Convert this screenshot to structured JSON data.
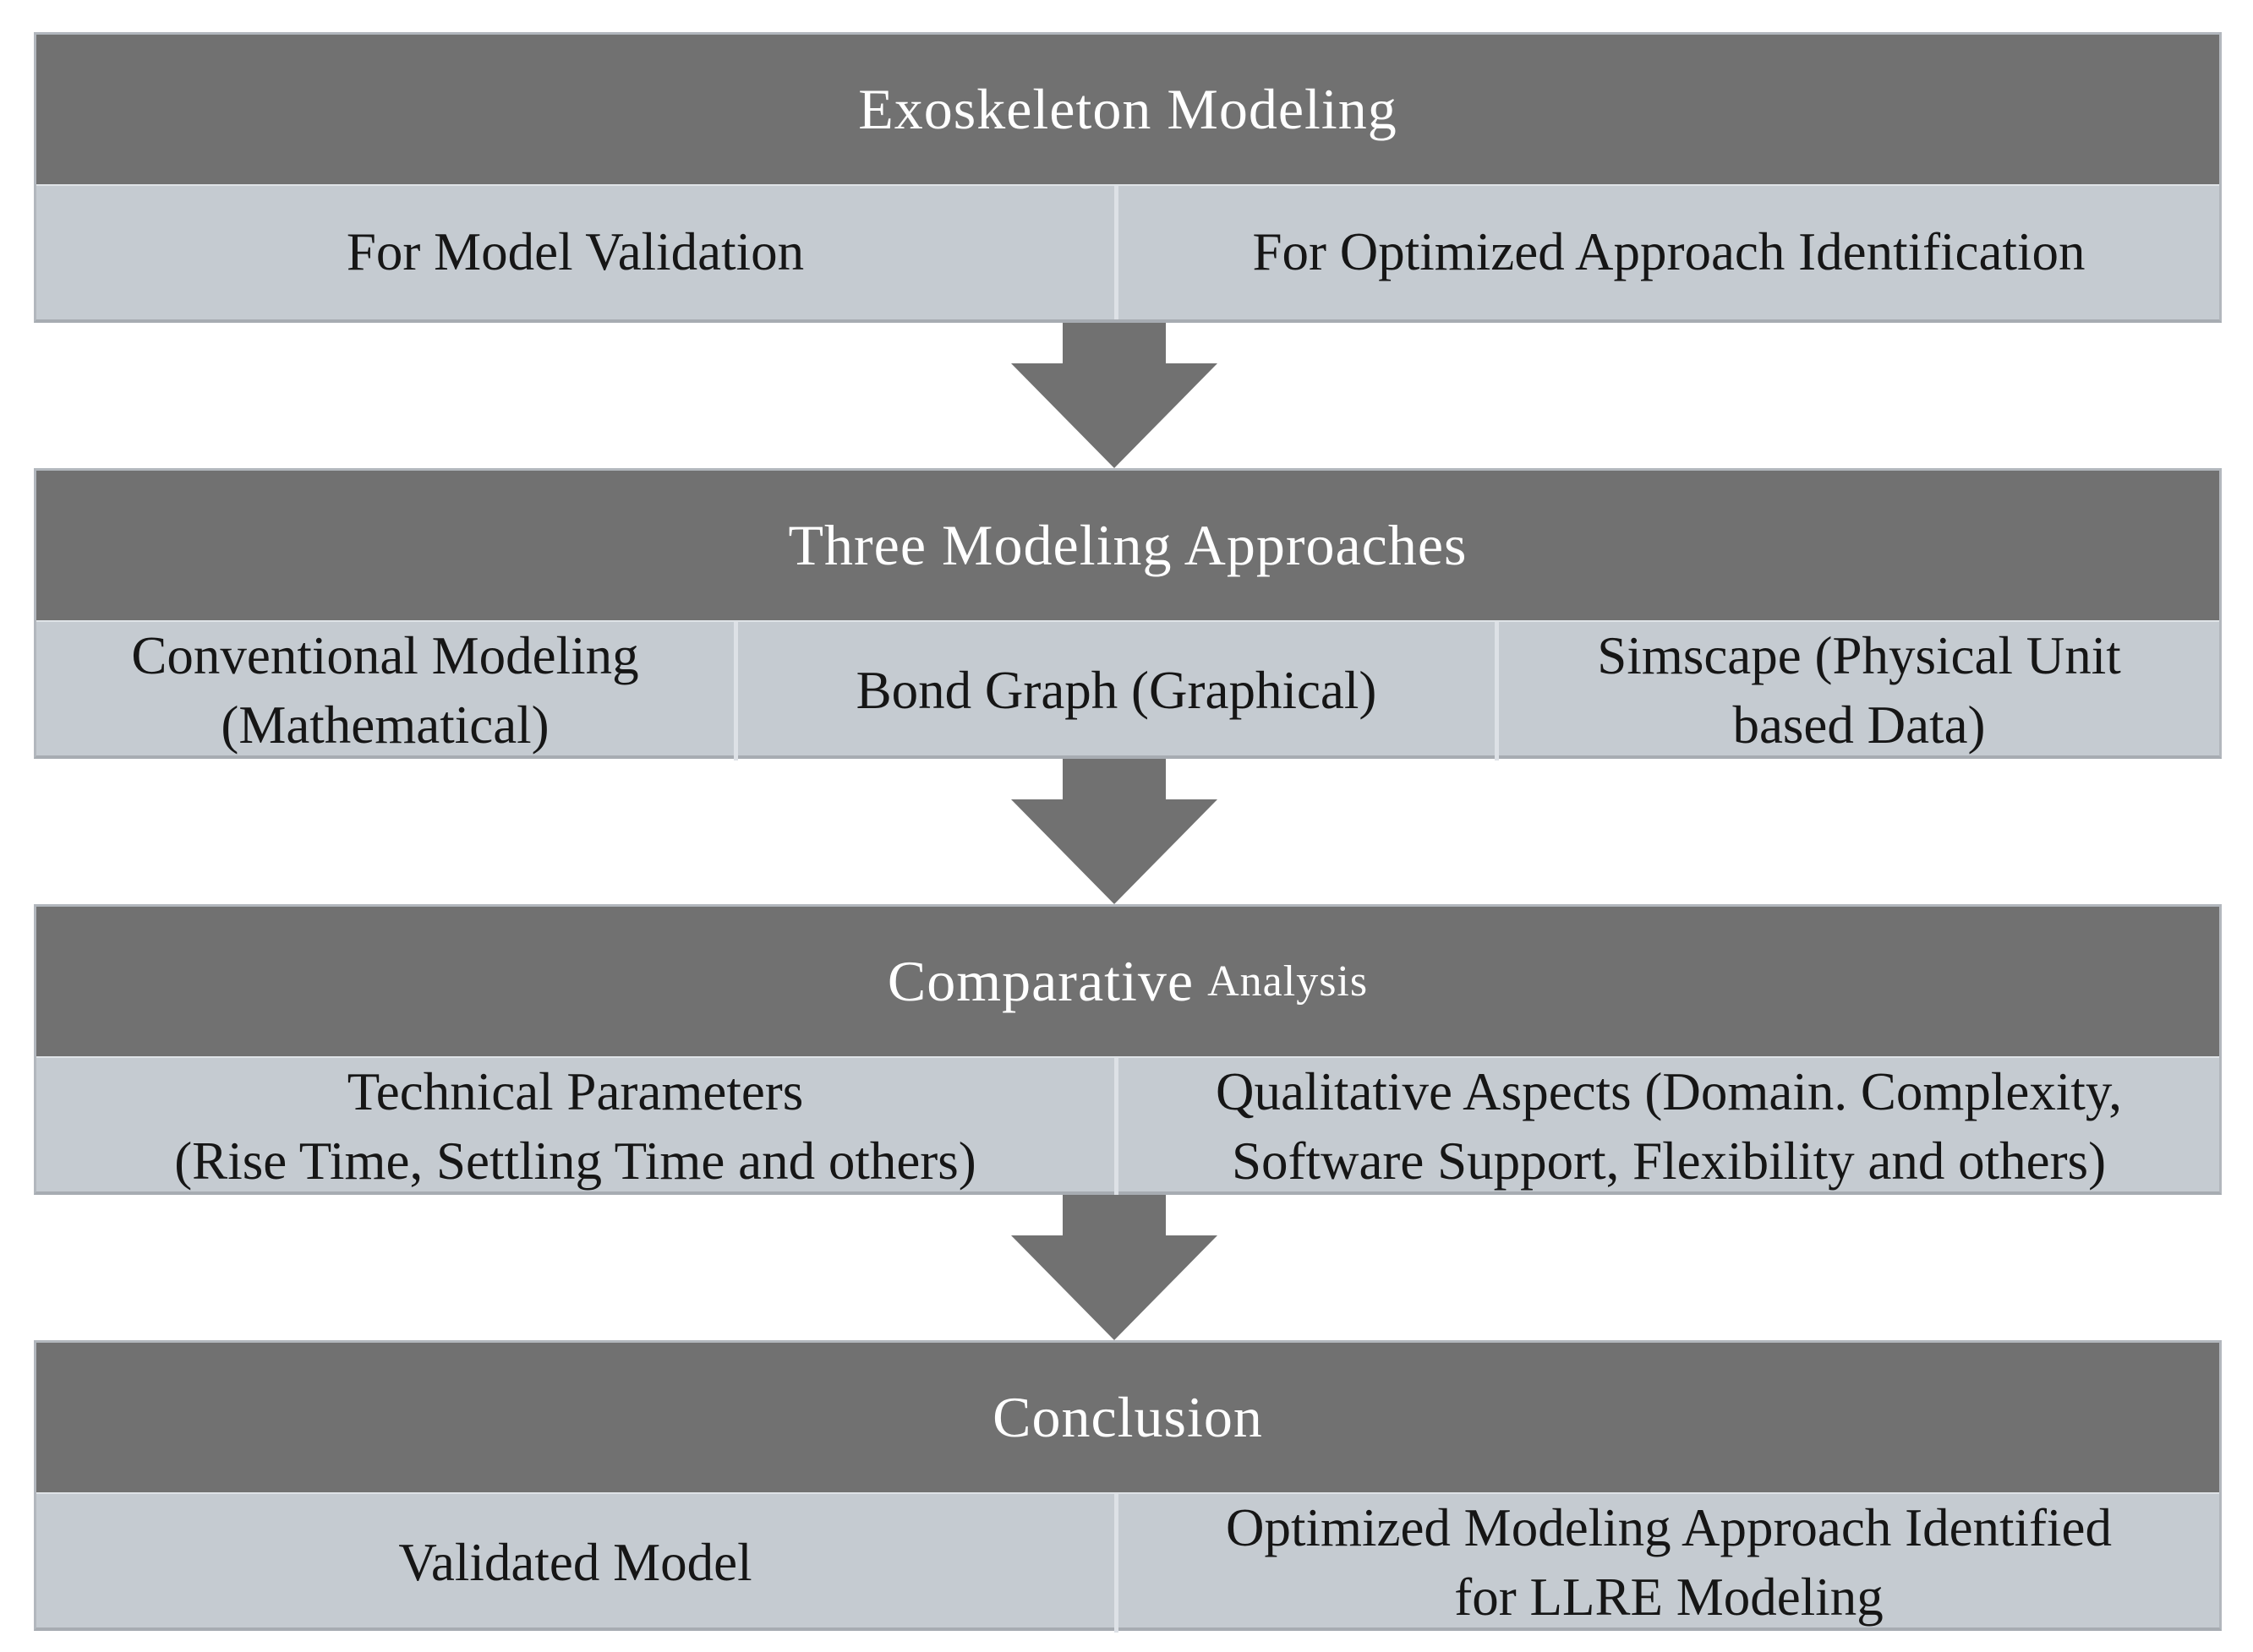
{
  "figure": {
    "colors": {
      "header_bg": "#717171",
      "row_bg": "#c5cbd1",
      "header_text": "#ffffff",
      "body_text": "#161616",
      "arrow": "#717171",
      "divider": "#dde1e6",
      "block_border": "#b2b7bd",
      "canvas_bg": "#ffffff"
    },
    "blocks": [
      {
        "header": {
          "main": "Exoskeleton Modeling"
        },
        "cells": [
          {
            "lines": [
              "For Model Validation"
            ]
          },
          {
            "lines": [
              "For Optimized Approach Identification"
            ]
          }
        ]
      },
      {
        "header": {
          "main": "Three Modeling Approaches"
        },
        "cells": [
          {
            "lines": [
              "Conventional Modeling",
              "(Mathematical)"
            ]
          },
          {
            "lines": [
              "Bond Graph (Graphical)"
            ]
          },
          {
            "lines": [
              "Simscape (Physical Unit",
              "based Data)"
            ]
          }
        ]
      },
      {
        "header": {
          "main": "Comparative",
          "sub": "Analysis"
        },
        "cells": [
          {
            "lines": [
              "Technical Parameters",
              "(Rise Time, Settling Time and others)"
            ]
          },
          {
            "lines": [
              "Qualitative Aspects (Domain. Complexity,",
              "Software Support, Flexibility and others)"
            ]
          }
        ]
      },
      {
        "header": {
          "main": "Conclusion"
        },
        "cells": [
          {
            "lines": [
              "Validated Model"
            ]
          },
          {
            "lines": [
              "Optimized Modeling Approach Identified",
              "for LLRE Modeling"
            ]
          }
        ]
      }
    ]
  }
}
